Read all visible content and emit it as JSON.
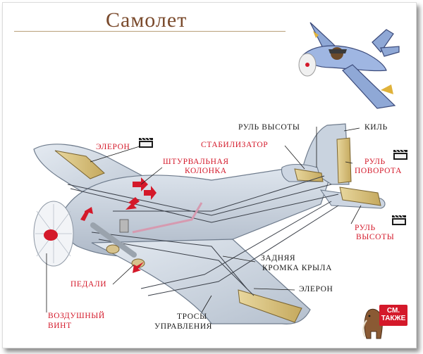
{
  "title": "Самолет",
  "labels": {
    "aileron_left": "ЭЛЕРОН",
    "control_column_1": "ШТУРВАЛЬНАЯ",
    "control_column_2": "КОЛОНКА",
    "elevator_top": "РУЛЬ ВЫСОТЫ",
    "fin": "КИЛЬ",
    "stabilizer": "СТАБИЛИЗАТОР",
    "rudder_1": "РУЛЬ",
    "rudder_2": "ПОВОРОТА",
    "elevator_right_1": "РУЛЬ",
    "elevator_right_2": "ВЫСОТЫ",
    "trailing_edge_1": "ЗАДНЯЯ",
    "trailing_edge_2": "КРОМКА КРЫЛА",
    "aileron_right": "ЭЛЕРОН",
    "pedals": "ПЕДАЛИ",
    "propeller_1": "ВОЗДУШНЫЙ",
    "propeller_2": "ВИНТ",
    "cables_1": "ТРОСЫ",
    "cables_2": "УПРАВЛЕНИЯ"
  },
  "see_also_1": "СМ.",
  "see_also_2": "ТАКЖЕ",
  "icons": [
    "film-clapper-icon",
    "mammoth-icon",
    "cartoon-plane-illustration"
  ],
  "colors": {
    "title": "#7a4a2c",
    "red_label": "#d4192a",
    "fuselage": "#c9d3df",
    "control_surface": "#d8c184",
    "arrow": "#d4192a"
  }
}
